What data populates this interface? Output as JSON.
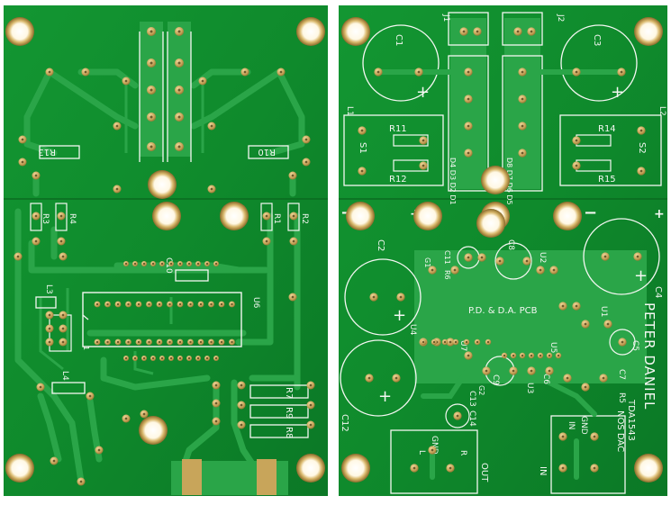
{
  "colors": {
    "board": "#0f8a2c",
    "board_dark": "#0a6f22",
    "trace": "#2aa548",
    "pad": "#c8a55a",
    "pad_hole": "#6e5a2a",
    "silkscreen": "#f4f7f2",
    "background": "#ffffff"
  },
  "left_board": {
    "parts": {
      "r13": "R13",
      "r10": "R10",
      "r3": "R3",
      "r4": "R4",
      "r1": "R1",
      "r2": "R2",
      "c10": "C10",
      "l3": "L3",
      "u6": "U6",
      "pin1": "1",
      "l4": "L4",
      "r7": "R7",
      "r9": "R9",
      "r8": "R8"
    }
  },
  "right_board": {
    "parts": {
      "c1": "C1",
      "c3": "C3",
      "j1": "J1",
      "j2": "J2",
      "l1": "L1",
      "l2": "L2",
      "r11": "R11",
      "r12": "R12",
      "r14": "R14",
      "r15": "R15",
      "s1": "S1",
      "s2": "S2",
      "d_left": "D4 D3 D2 D1",
      "d_right": "D8 D7 D6 D5",
      "minus_left": "−",
      "plus_left": "+",
      "minus_right": "−",
      "plus_right": "+",
      "c2": "C2",
      "c8": "C8",
      "g1": "G1",
      "c11": "C11",
      "r6": "R6",
      "u2": "U2",
      "c4": "C4",
      "u1": "U1",
      "c5": "C5",
      "u4": "U4",
      "u7": "U7",
      "u5": "U5",
      "c12": "C12",
      "c9": "C9",
      "g2": "G2",
      "u3": "U3",
      "c6": "C6",
      "c7": "C7",
      "r5": "R5",
      "c13": "C13",
      "c14": "C14",
      "gnd_in": "GND",
      "in_label": "IN",
      "gnd_out": "GND",
      "l_label": "L",
      "r_label": "R",
      "out": "OUT",
      "in_bottom": "IN"
    },
    "pcb_title": "P.D. & D.A. PCB",
    "author": "PETER DANIEL",
    "chip": "TDA1543",
    "dac": "NOS DAC"
  }
}
